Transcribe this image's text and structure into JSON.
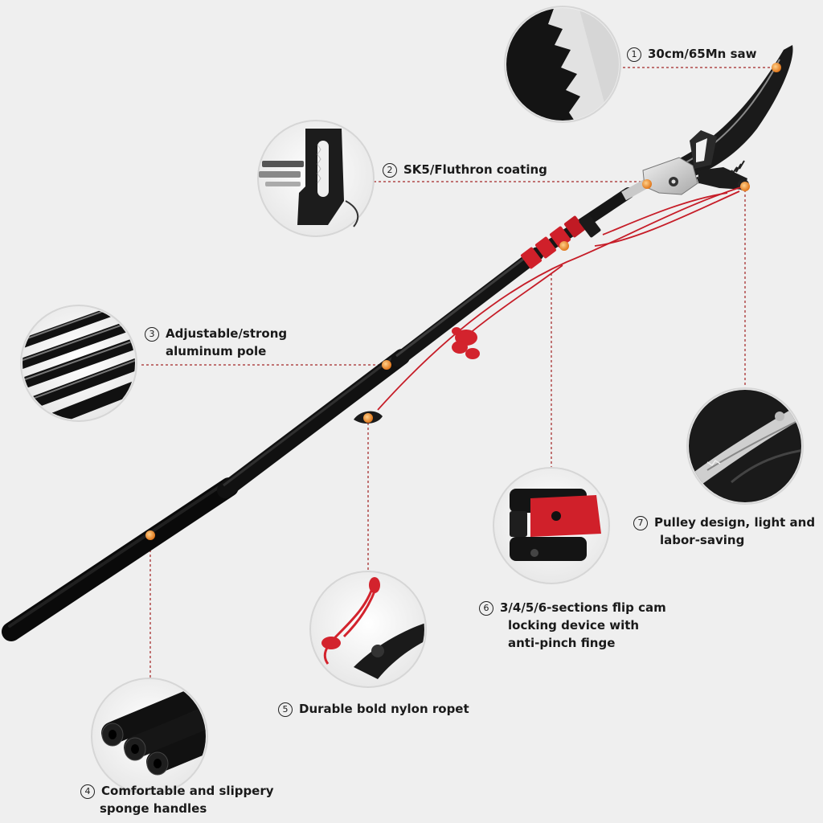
{
  "callouts": [
    {
      "number": "1",
      "lines": [
        "30cm/65Mn saw"
      ]
    },
    {
      "number": "2",
      "lines": [
        "SK5/Fluthron coating"
      ]
    },
    {
      "number": "3",
      "lines": [
        "Adjustable/strong",
        "aluminum pole"
      ]
    },
    {
      "number": "4",
      "lines": [
        "Comfortable and slippery",
        "sponge handles"
      ]
    },
    {
      "number": "5",
      "lines": [
        "Durable bold nylon ropet"
      ]
    },
    {
      "number": "6",
      "lines": [
        "3/4/5/6-sections flip cam",
        "locking device with",
        "anti-pinch finge"
      ]
    },
    {
      "number": "7",
      "lines": [
        "Pulley design, light and",
        "labor-saving"
      ]
    }
  ],
  "colors": {
    "background": "#efefef",
    "pole": "#141414",
    "accent_red": "#d0202a",
    "dot_orange": "#f08a24",
    "leader_line": "#b04040",
    "metal": "#c9c9c9"
  }
}
